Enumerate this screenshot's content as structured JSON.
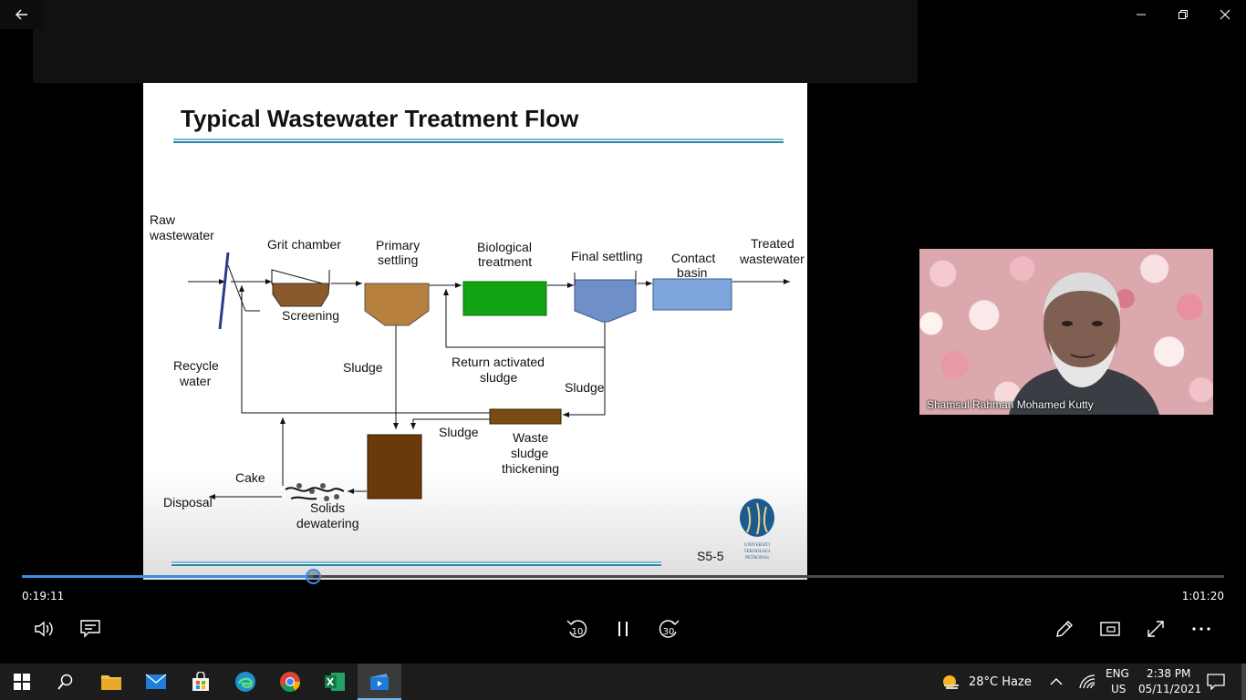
{
  "slide": {
    "title": "Typical Wastewater Treatment Flow",
    "labels": {
      "raw1": "Raw",
      "raw2": "wastewater",
      "grit": "Grit chamber",
      "primary1": "Primary",
      "primary2": "settling",
      "bio1": "Biological",
      "bio2": "treatment",
      "final": "Final settling",
      "contact1": "Contact",
      "contact2": "basin",
      "treated1": "Treated",
      "treated2": "wastewater",
      "screening": "Screening",
      "recycle1": "Recycle",
      "recycle2": "water",
      "sludge1": "Sludge",
      "ras1": "Return activated",
      "ras2": "sludge",
      "sludge2": "Sludge",
      "sludge3": "Sludge",
      "wst1": "Waste",
      "wst2": "sludge",
      "wst3": "thickening",
      "cake": "Cake",
      "disposal": "Disposal",
      "solids1": "Solids",
      "solids2": "dewatering"
    },
    "slide_number": "S5-5",
    "logo_text": [
      "UNIVERSITI",
      "TEKNOLOGI",
      "PETRONAS"
    ]
  },
  "webcam": {
    "name": "Shamsul Rahman Mohamed Kutty"
  },
  "player": {
    "current_time": "0:19:11",
    "total_time": "1:01:20",
    "progress_fraction": 0.2419,
    "skip_back": "10",
    "skip_forward": "30"
  },
  "taskbar": {
    "weather": "28°C  Haze",
    "lang1": "ENG",
    "lang2": "US",
    "time": "2:38 PM",
    "date": "05/11/2021"
  },
  "colors": {
    "accent": "#3a8ee6",
    "grit": "#8b5a2b",
    "primary": "#b7803f",
    "bio": "#12a312",
    "final": "#6f8fc8",
    "contact": "#7ea4dc",
    "sludge_box": "#6b3a0a"
  }
}
